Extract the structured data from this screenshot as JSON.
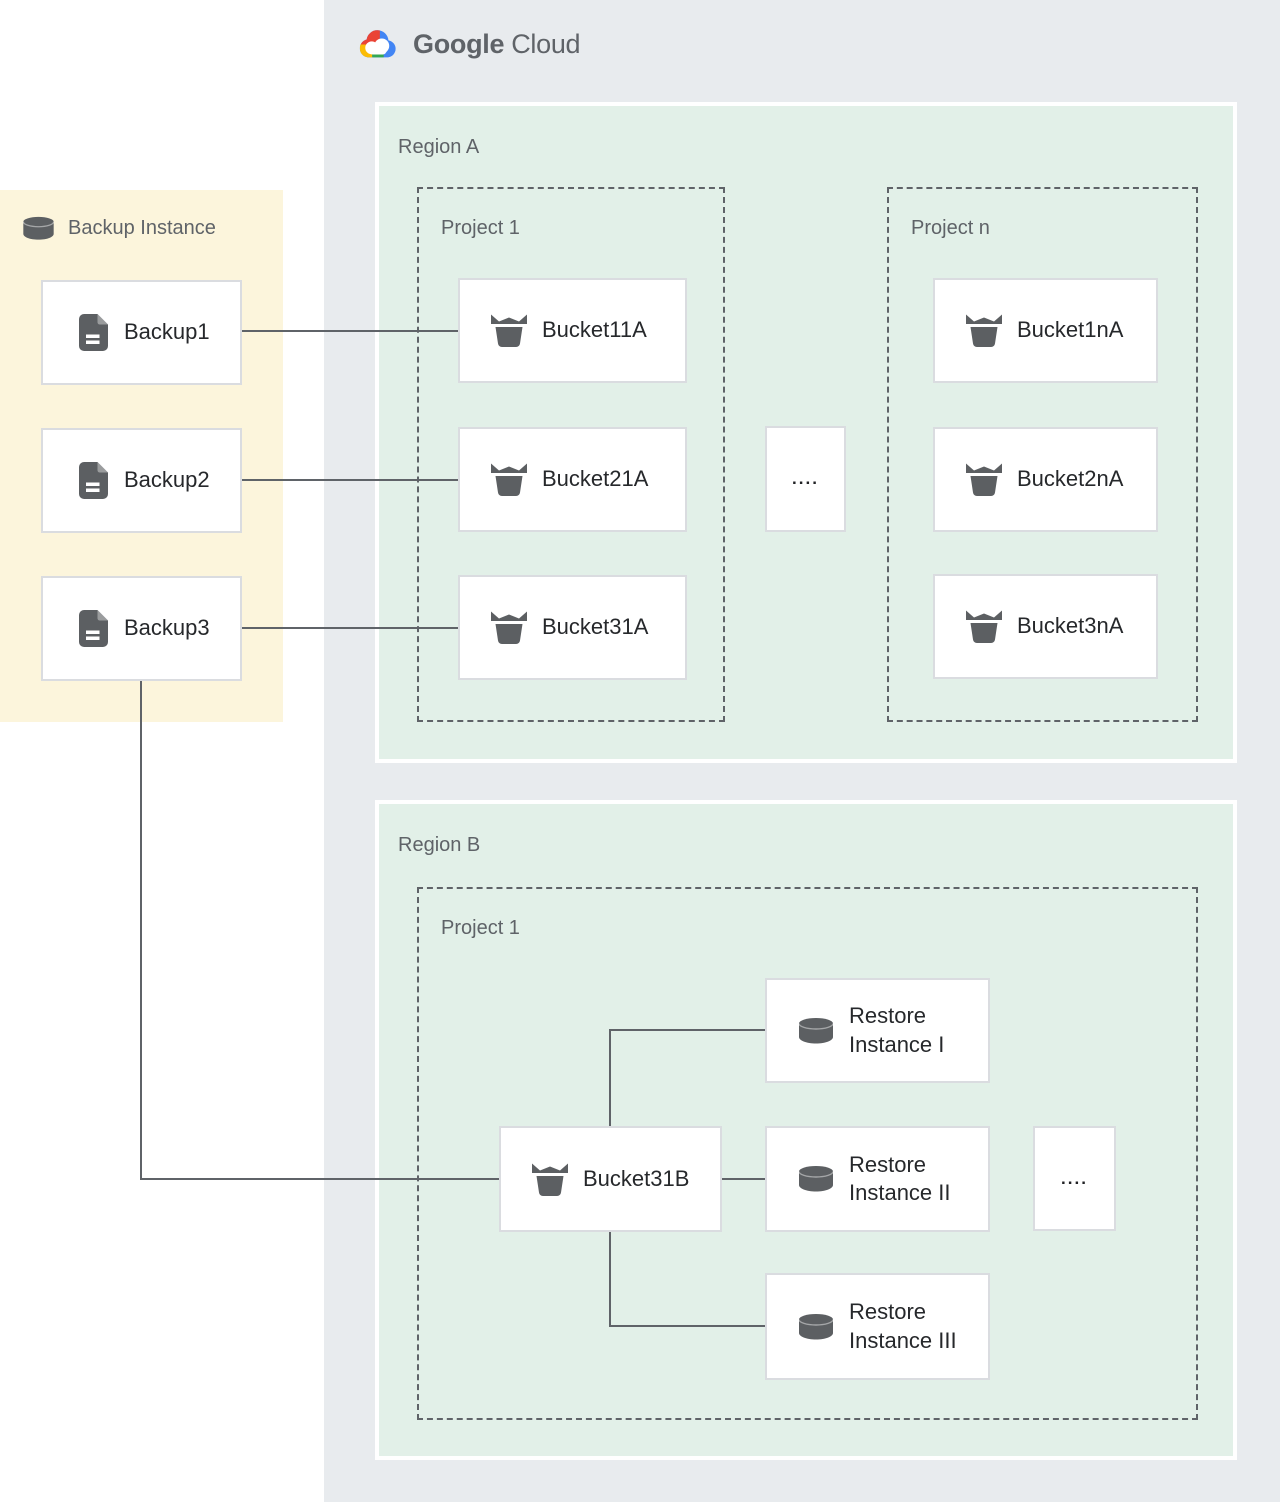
{
  "logo": {
    "brand": "Google",
    "product": "Cloud"
  },
  "backup_panel": {
    "title": "Backup Instance",
    "backups": [
      "Backup1",
      "Backup2",
      "Backup3"
    ]
  },
  "region_a": {
    "label": "Region A",
    "project_1": {
      "label": "Project 1",
      "buckets": [
        "Bucket11A",
        "Bucket21A",
        "Bucket31A"
      ]
    },
    "ellipsis": "....",
    "project_n": {
      "label": "Project n",
      "buckets": [
        "Bucket1nA",
        "Bucket2nA",
        "Bucket3nA"
      ]
    }
  },
  "region_b": {
    "label": "Region B",
    "project_1": {
      "label": "Project 1",
      "bucket": "Bucket31B",
      "restore_instances": [
        "Restore Instance I",
        "Restore Instance II",
        "Restore Instance III"
      ],
      "ellipsis": "...."
    }
  },
  "colors": {
    "cloud_panel_bg": "#e8ebee",
    "region_bg": "#e2f0e8",
    "backup_panel_bg": "#fcf5dc",
    "node_border": "#dadce0",
    "dashed_border": "#5f6368",
    "connector": "#5f6368",
    "section_label": "#5f6368",
    "node_text": "#26282b",
    "icon": "#5c5f62",
    "logo_text": "#5f6368",
    "logo_blue": "#4285f4",
    "logo_red": "#ea4335",
    "logo_yellow": "#fbbc04",
    "logo_green": "#34a853"
  }
}
